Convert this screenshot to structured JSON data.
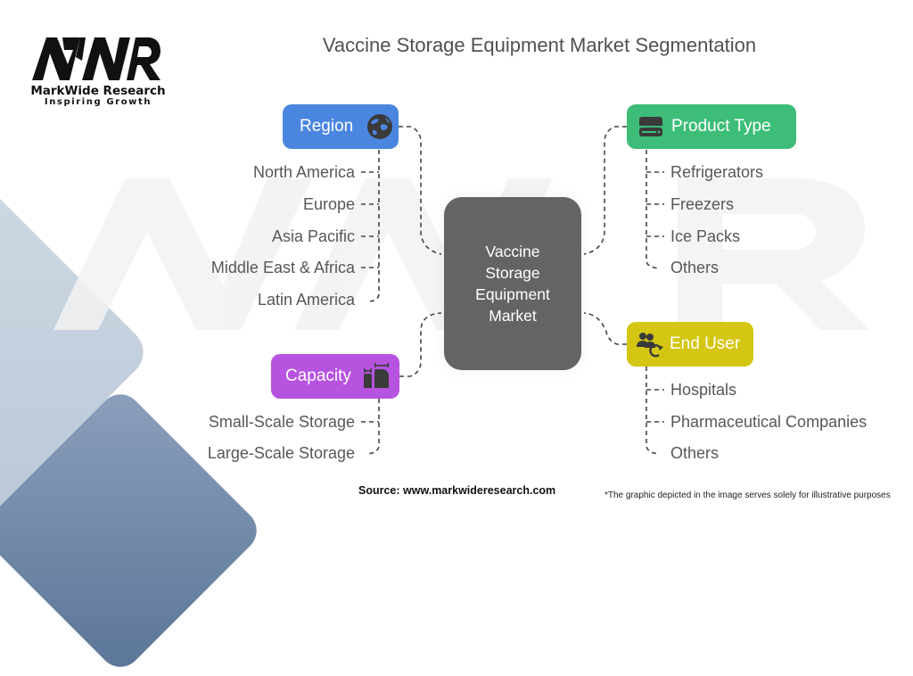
{
  "logo": {
    "mark": "MWR",
    "name": "MarkWide Research",
    "tagline": "Inspiring Growth"
  },
  "title": "Vaccine Storage Equipment Market Segmentation",
  "center": {
    "label": "Vaccine Storage Equipment Market",
    "color": "#646464"
  },
  "segments": {
    "region": {
      "label": "Region",
      "icon": "globe-icon",
      "color": "#4a86e0",
      "items": [
        "North America",
        "Europe",
        "Asia Pacific",
        "Middle East & Africa",
        "Latin America"
      ]
    },
    "product_type": {
      "label": "Product Type",
      "icon": "storage-drive-icon",
      "color": "#3dbd78",
      "items": [
        "Refrigerators",
        "Freezers",
        "Ice Packs",
        "Others"
      ]
    },
    "capacity": {
      "label": "Capacity",
      "icon": "container-size-icon",
      "color": "#b653df",
      "items": [
        "Small-Scale Storage",
        "Large-Scale Storage"
      ]
    },
    "end_user": {
      "label": "End User",
      "icon": "users-refresh-icon",
      "color": "#d4c612",
      "items": [
        "Hospitals",
        "Pharmaceutical Companies",
        "Others"
      ]
    }
  },
  "footer": {
    "source": "Source: www.markwideresearch.com",
    "disclaimer": "*The graphic depicted in the image serves solely for illustrative purposes"
  }
}
